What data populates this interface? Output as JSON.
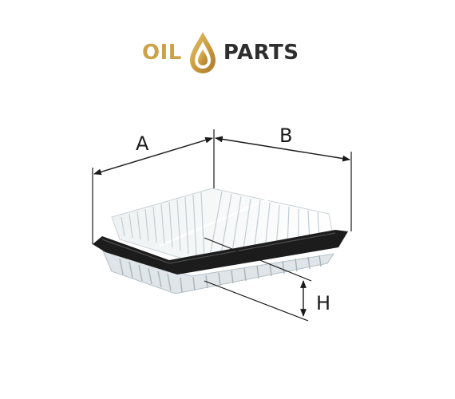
{
  "logo": {
    "word_left": "OIL",
    "word_right": "PARTS",
    "icon": "oil-drop-icon",
    "colors": {
      "gold": "#cba24a",
      "dark": "#2e2e2e"
    }
  },
  "dimensions": {
    "label_a": "A",
    "label_b": "B",
    "label_h": "H"
  }
}
